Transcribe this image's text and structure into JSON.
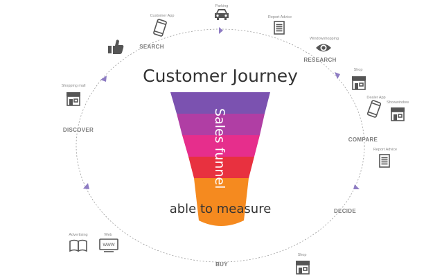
{
  "title": "Customer Journey",
  "funnel": {
    "label": "Sales funnel",
    "measure_label": "able to measure",
    "band_colors": [
      "#7b52b0",
      "#b03ea4",
      "#e62e8c",
      "#e8313f",
      "#f58a1f"
    ]
  },
  "stages": {
    "search": "SEARCH",
    "research": "RESEARCH",
    "compare": "COMPARE",
    "decide": "DECIDE",
    "buy": "BUY",
    "discover": "DISCOVER"
  },
  "touchpoints": {
    "parking": {
      "label": "Parking",
      "icon": "car-icon"
    },
    "customer_app": {
      "label": "Customer App",
      "icon": "smartphone-icon"
    },
    "report_advice_top": {
      "label": "Report Advice",
      "icon": "document-icon"
    },
    "windowshopping": {
      "label": "Windowshopping",
      "icon": "eye-icon"
    },
    "shop_right": {
      "label": "Shop",
      "icon": "storefront-icon"
    },
    "dealer_app": {
      "label": "Dealer App",
      "icon": "smartphone-icon"
    },
    "showwindow": {
      "label": "Showwindow",
      "icon": "storefront-icon"
    },
    "report_advice_right": {
      "label": "Report Advice",
      "icon": "document-icon"
    },
    "shop_bottom": {
      "label": "Shop",
      "icon": "storefront-icon"
    },
    "shopping_mall": {
      "label": "Shopping mall",
      "icon": "storefront-icon"
    },
    "advertising": {
      "label": "Advertising",
      "icon": "open-book-icon"
    },
    "web": {
      "label": "Web",
      "icon": "monitor-icon",
      "screen_text": "WWW"
    },
    "like": {
      "icon": "thumbs-up-icon"
    }
  },
  "colors": {
    "cycle": "#9a9a9a",
    "arrow": "#8e7cc3",
    "icon": "#555555"
  }
}
